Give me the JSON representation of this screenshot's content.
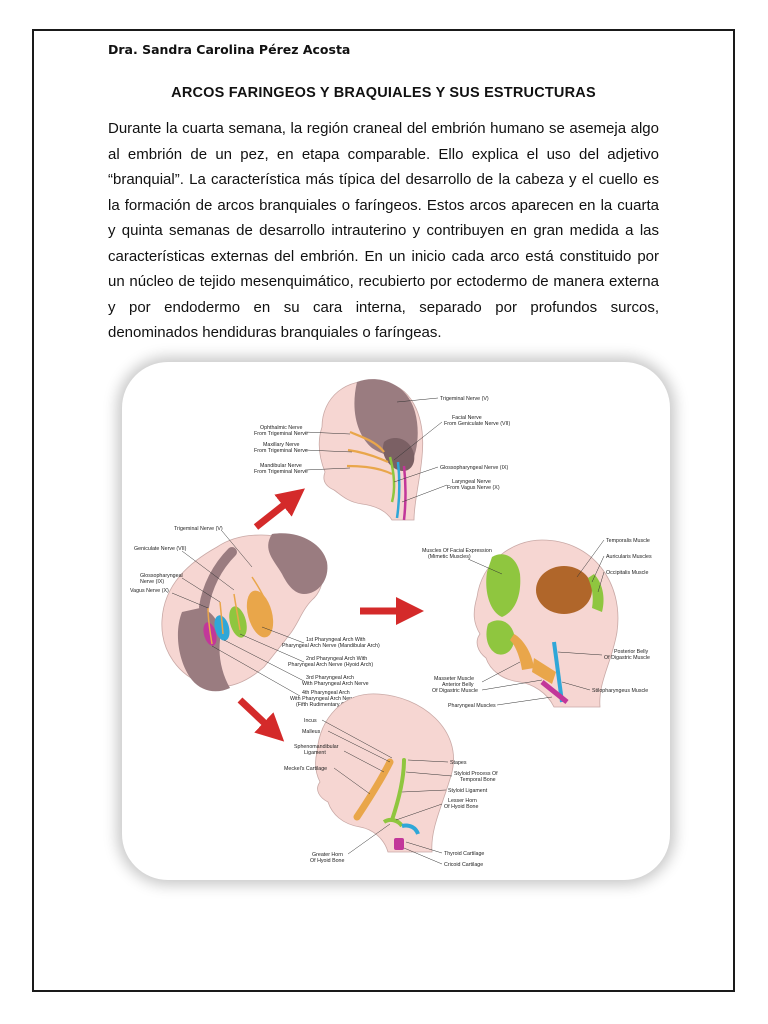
{
  "header": {
    "author": "Dra. Sandra Carolina Pérez Acosta"
  },
  "document": {
    "title": "ARCOS FARINGEOS Y BRAQUIALES Y SUS ESTRUCTURAS",
    "paragraph": "Durante la cuarta semana, la región craneal del embrión humano se asemeja algo al embrión de un pez, en etapa comparable. Ello explica el uso del adjetivo “branquial”. La característica más típica del desarrollo de la cabeza y el cuello es la formación de arcos branquiales o faríngeos. Estos arcos aparecen en la cuarta y quinta semanas de desarrollo intrauterino y contribuyen en gran medida a las características externas del embrión. En un inicio cada arco está constituido por un núcleo de tejido mesenquimático, recubierto por ectodermo de manera externa y por endodermo en su cara interna, separado por profundos surcos, denominados hendiduras branquiales o faríngeas."
  },
  "figure": {
    "nerves_head": {
      "trigeminal": "Trigeminal Nerve (V)",
      "ophthalmic_1": "Ophthalmic Nerve",
      "ophthalmic_2": "From Trigeminal Nerve",
      "maxillary_1": "Maxillary Nerve",
      "maxillary_2": "From Trigeminal Nerve",
      "mandibular_1": "Mandibular Nerve",
      "mandibular_2": "From Trigeminal Nerve",
      "facial_1": "Facial Nerve",
      "facial_2": "From Geniculate Nerve (VII)",
      "glosso": "Glossopharyngeal Nerve (IX)",
      "laryngeal_1": "Laryngeal Nerve",
      "laryngeal_2": "From Vagus Nerve (X)"
    },
    "embryo": {
      "trigeminal": "Trigeminal Nerve (V)",
      "geniculate": "Geniculate Nerve (VII)",
      "glosso_1": "Glossopharyngeal",
      "glosso_2": "Nerve (IX)",
      "vagus": "Vagus Nerve (X)",
      "arch1_1": "1st Pharyngeal Arch With",
      "arch1_2": "Pharyngeal Arch Nerve (Mandibular Arch)",
      "arch2_1": "2nd Pharyngeal Arch With",
      "arch2_2": "Pharyngeal Arch Nerve (Hyoid Arch)",
      "arch3_1": "3rd Pharyngeal Arch",
      "arch3_2": "With Pharyngeal Arch Nerve",
      "arch4_1": "4th Pharyngeal Arch",
      "arch4_2": "With Pharyngeal Arch Nerve",
      "arch4_3": "(Fifth Rudimentary Only)"
    },
    "muscles": {
      "facial_expr_1": "Muscles Of Facial Expression",
      "facial_expr_2": "(Mimetic Muscles)",
      "temporalis": "Temporalis Muscle",
      "auricularis": "Auricularis Muscles",
      "occipitalis": "Occipitalis Muscle",
      "posterior_1": "Posterior Belly",
      "posterior_2": "Of Digastric Muscle",
      "masseter": "Masseter Muscle",
      "anterior_1": "Anterior Belly",
      "anterior_2": "Of Digastric Muscle",
      "stylopharyngeus": "Stilopharyngeus Muscle",
      "pharyngeal": "Pharyngeal Muscles"
    },
    "skeleton": {
      "incus": "Incus",
      "malleus": "Malleus",
      "spheno_1": "Sphenomandibular",
      "spheno_2": "Ligament",
      "meckel": "Meckel's Cartilage",
      "stapes": "Stapes",
      "styloid_proc_1": "Styloid Process Of",
      "styloid_proc_2": "Temporal Bone",
      "styloid_lig": "Styloid Ligament",
      "lesser_1": "Lesser Horn",
      "lesser_2": "Of Hyoid Bone",
      "greater_1": "Greater Horn",
      "greater_2": "Of Hyoid Bone",
      "thyroid": "Thyroid Cartilage",
      "cricoid": "Cricoid Cartilage"
    },
    "colors": {
      "skin": "#f6d6d2",
      "brain": "#9a7c80",
      "arch1": "#e9a64a",
      "arch2": "#8fc63f",
      "arch3": "#2fa7d8",
      "arch4": "#c2379a",
      "arrow": "#d42a2a"
    }
  }
}
